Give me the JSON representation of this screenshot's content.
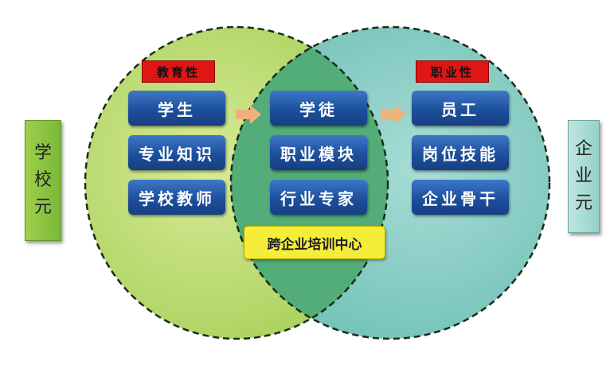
{
  "left_side": {
    "label": [
      "学",
      "校",
      "元"
    ],
    "color": "#8cc63f"
  },
  "right_side": {
    "label": [
      "企",
      "业",
      "元"
    ],
    "color": "#a9dcd6"
  },
  "left_circle": {
    "tag": "教育性",
    "items": [
      "学生",
      "专业知识",
      "学校教师"
    ],
    "color": "#c5e07a"
  },
  "center": {
    "items": [
      "学徒",
      "职业模块",
      "行业专家"
    ],
    "hub": "跨企业培训中心",
    "color": "#55b07a"
  },
  "right_circle": {
    "tag": "职业性",
    "items": [
      "员工",
      "岗位技能",
      "企业骨干"
    ],
    "color": "#8ed0c8"
  },
  "colors": {
    "box": "#1f56a6",
    "tag": "#e01515",
    "hub": "#f4ee3a",
    "arrow": "#f0b27a"
  }
}
